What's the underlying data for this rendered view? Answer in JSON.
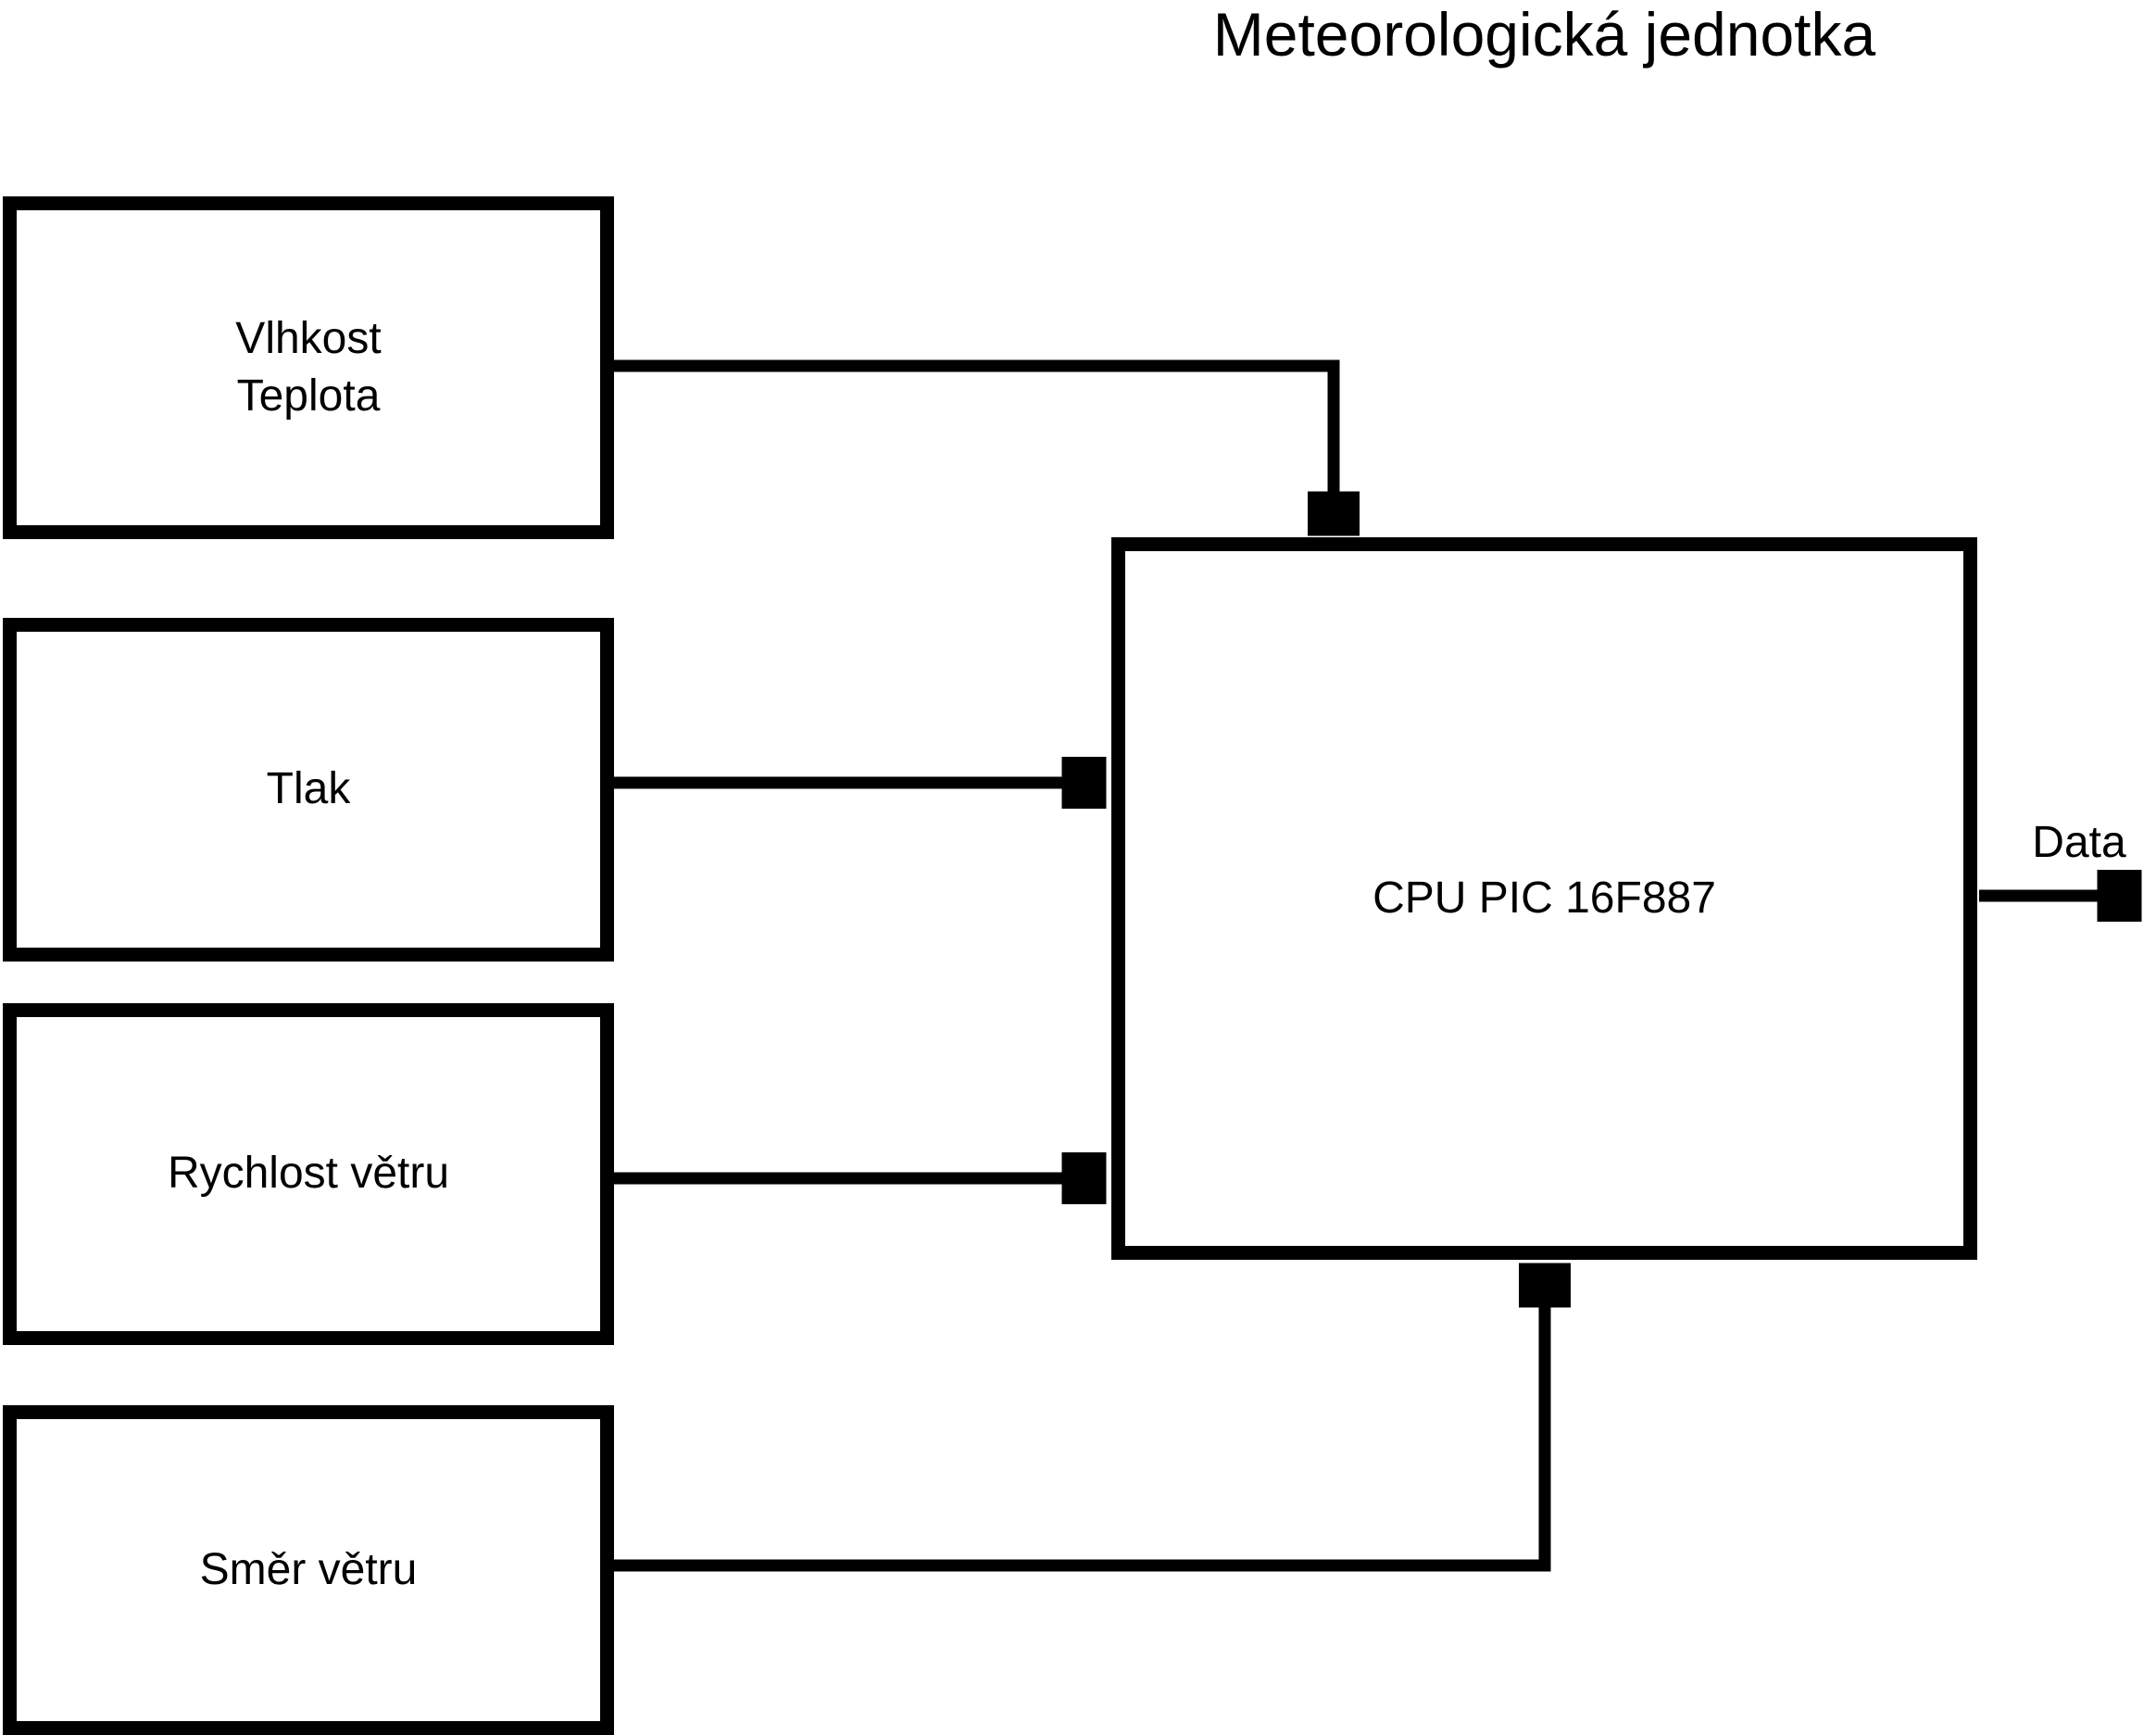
{
  "title": "Meteorologická jednotka",
  "colors": {
    "line": "#000000",
    "background": "#ffffff",
    "text": "#000000"
  },
  "sensors": [
    {
      "id": "vlhkost-teplota",
      "lines": [
        "Vlhkost",
        "Teplota"
      ]
    },
    {
      "id": "tlak",
      "lines": [
        "Tlak"
      ]
    },
    {
      "id": "rychlost-vetru",
      "lines": [
        "Rychlost větru"
      ]
    },
    {
      "id": "smer-vetru",
      "lines": [
        "Směr větru"
      ]
    }
  ],
  "cpu": {
    "label": "CPU PIC 16F887"
  },
  "output": {
    "label": "Data"
  },
  "connections": [
    {
      "from": "Vlhkost Teplota",
      "to": "CPU PIC 16F887"
    },
    {
      "from": "Tlak",
      "to": "CPU PIC 16F887"
    },
    {
      "from": "Rychlost větru",
      "to": "CPU PIC 16F887"
    },
    {
      "from": "Směr větru",
      "to": "CPU PIC 16F887"
    },
    {
      "from": "CPU PIC 16F887",
      "to": "Data"
    }
  ]
}
